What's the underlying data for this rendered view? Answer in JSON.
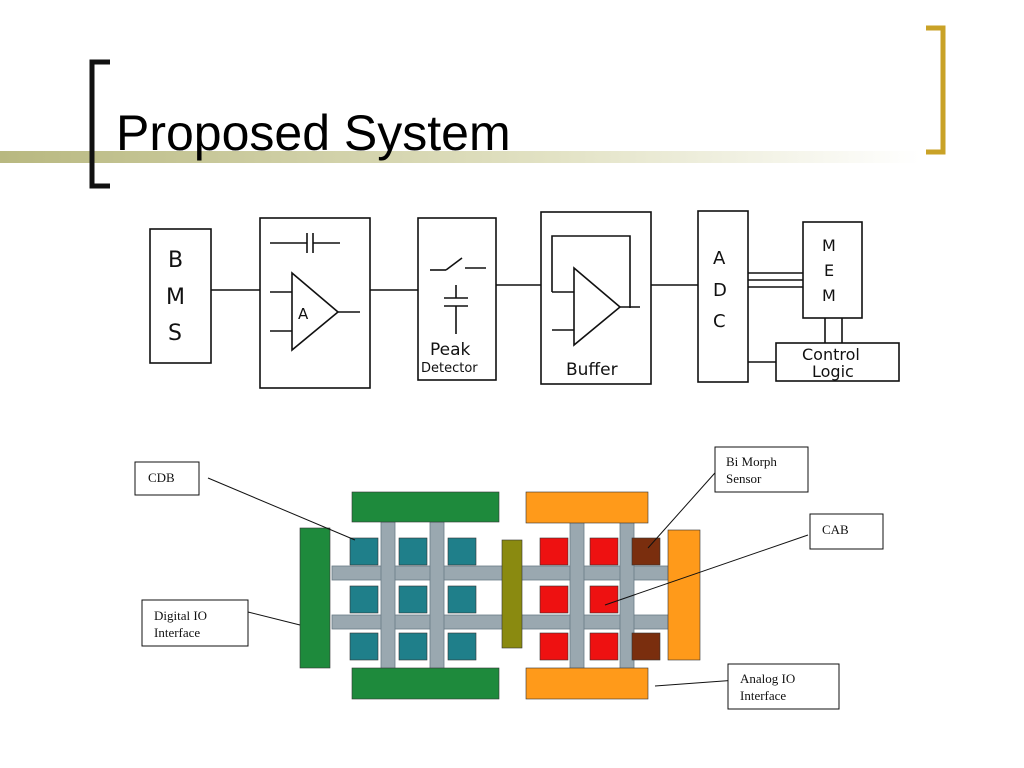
{
  "slide": {
    "title": "Proposed System"
  },
  "block_diagram": {
    "bms": [
      "B",
      "M",
      "S"
    ],
    "amp_label": "A",
    "peak_label_1": "Peak",
    "peak_label_2": "Detector",
    "buffer_label": "Buffer",
    "adc": [
      "A",
      "D",
      "C"
    ],
    "mem": [
      "M",
      "E",
      "M"
    ],
    "control_1": "Control",
    "control_2": "Logic"
  },
  "chip_layout": {
    "cdb_label": "CDB",
    "bimorph_label_1": "Bi Morph",
    "bimorph_label_2": "Sensor",
    "cab_label": "CAB",
    "digital_io_label_1": "Digital IO",
    "digital_io_label_2": "Interface",
    "analog_io_label_1": "Analog IO",
    "analog_io_label_2": "Interface"
  },
  "colors": {
    "accent_gold": "#c9a227",
    "title_rule": "#c8c890",
    "green": "#1e8a3c",
    "teal": "#1f7f8a",
    "red": "#ee1111",
    "orange": "#ff9a1a",
    "olive": "#8a8a10",
    "brown": "#7a2e0e"
  }
}
